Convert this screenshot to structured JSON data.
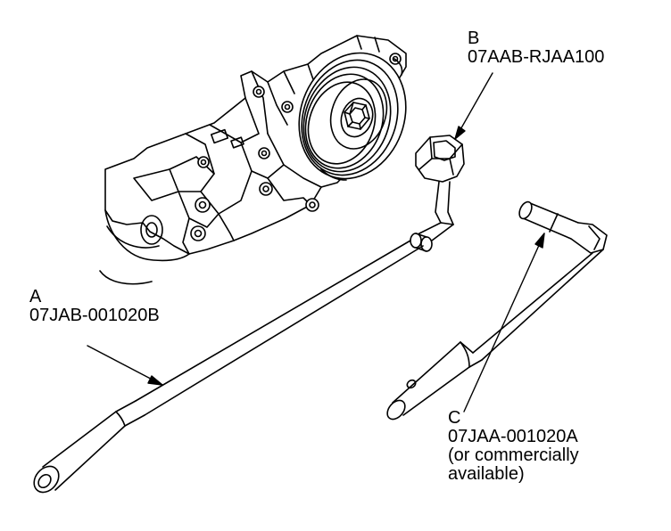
{
  "callouts": {
    "a": {
      "letter": "A",
      "part_number": "07JAB-001020B"
    },
    "b": {
      "letter": "B",
      "part_number": "07AAB-RJAA100"
    },
    "c": {
      "letter": "C",
      "part_number": "07JAA-001020A",
      "note_line1": "(or commercially",
      "note_line2": "available)"
    }
  },
  "colors": {
    "ink": "#000000",
    "paper": "#ffffff"
  }
}
